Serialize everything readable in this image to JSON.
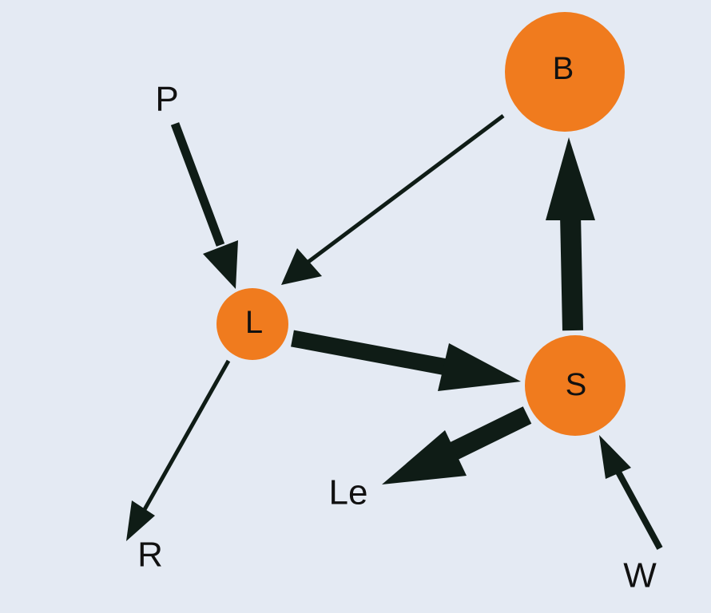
{
  "diagram": {
    "nodes": {
      "B": {
        "label": "B"
      },
      "L": {
        "label": "L"
      },
      "S": {
        "label": "S"
      }
    },
    "labels": {
      "P": {
        "text": "P"
      },
      "R": {
        "text": "R"
      },
      "Le": {
        "text": "Le"
      },
      "W": {
        "text": "W"
      }
    },
    "edges": [
      {
        "from": "P",
        "to": "L"
      },
      {
        "from": "B",
        "to": "L"
      },
      {
        "from": "L",
        "to": "R"
      },
      {
        "from": "L",
        "to": "S"
      },
      {
        "from": "S",
        "to": "B"
      },
      {
        "from": "S",
        "to": "Le"
      },
      {
        "from": "W",
        "to": "S"
      }
    ],
    "colors": {
      "background": "#e4eaf3",
      "node": "#f07b1e",
      "arrow": "#0f1c16",
      "text": "#111111"
    }
  }
}
